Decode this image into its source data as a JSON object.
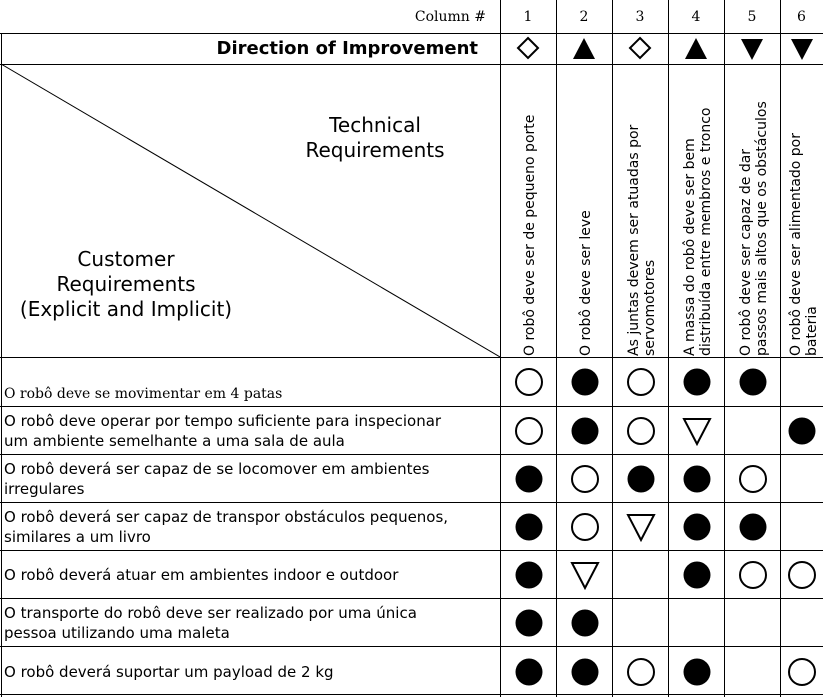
{
  "header": {
    "column_label": "Column #",
    "columns": [
      "1",
      "2",
      "3",
      "4",
      "5",
      "6"
    ],
    "direction_label": "Direction of Improvement",
    "directions": [
      "diamond",
      "up-triangle",
      "diamond",
      "up-triangle",
      "down-triangle",
      "down-triangle"
    ]
  },
  "corner": {
    "technical": [
      "Technical",
      "Requirements"
    ],
    "customer": [
      "Customer",
      "Requirements",
      "(Explicit and Implicit)"
    ]
  },
  "technical_requirements": [
    [
      "O robô deve ser de pequeno porte"
    ],
    [
      "O robô deve ser leve"
    ],
    [
      "As juntas devem ser atuadas por",
      "servomotores"
    ],
    [
      "A massa do robô deve ser bem",
      "distribuída entre membros e tronco"
    ],
    [
      "O robô deve ser capaz de dar",
      "passos mais altos que os obstáculos"
    ],
    [
      "O robô deve ser alimentado por",
      "bateria"
    ]
  ],
  "customer_requirements": [
    {
      "text": [
        "O robô deve se movimentar em 4 patas"
      ],
      "relations": [
        "weak",
        "strong",
        "weak",
        "strong",
        "strong",
        ""
      ]
    },
    {
      "text": [
        "O robô deve operar por tempo suficiente para inspecionar",
        "um ambiente semelhante a uma sala de aula"
      ],
      "relations": [
        "weak",
        "strong",
        "weak",
        "triangle",
        "",
        "strong"
      ]
    },
    {
      "text": [
        "O robô deverá ser capaz de se locomover em ambientes",
        "irregulares"
      ],
      "relations": [
        "strong",
        "weak",
        "strong",
        "strong",
        "weak",
        ""
      ]
    },
    {
      "text": [
        "O robô deverá ser capaz de transpor obstáculos pequenos,",
        "similares a um livro"
      ],
      "relations": [
        "strong",
        "weak",
        "triangle",
        "strong",
        "strong",
        ""
      ]
    },
    {
      "text": [
        "O robô deverá atuar em ambientes indoor e outdoor"
      ],
      "relations": [
        "strong",
        "triangle",
        "",
        "strong",
        "weak",
        "weak"
      ]
    },
    {
      "text": [
        "O transporte do robô deve ser realizado por uma única",
        "pessoa utilizando uma maleta"
      ],
      "relations": [
        "strong",
        "strong",
        "",
        "",
        "",
        ""
      ]
    },
    {
      "text": [
        "O robô deverá suportar um payload de 2 kg"
      ],
      "relations": [
        "strong",
        "strong",
        "weak",
        "strong",
        "",
        "weak"
      ]
    }
  ]
}
